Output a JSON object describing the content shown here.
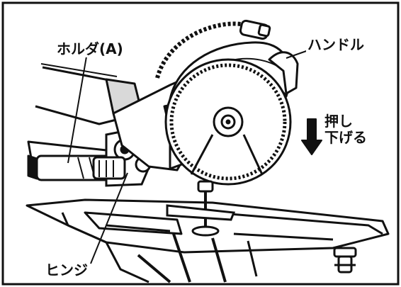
{
  "figure": {
    "labels": {
      "holder": "ホルダ(A)",
      "handle": "ハンドル",
      "hinge": "ヒンジ",
      "push_line1": "押し",
      "push_line2": "下げる"
    },
    "colors": {
      "ink": "#111111",
      "background": "#ffffff",
      "shading": "#d9d9d9"
    }
  }
}
